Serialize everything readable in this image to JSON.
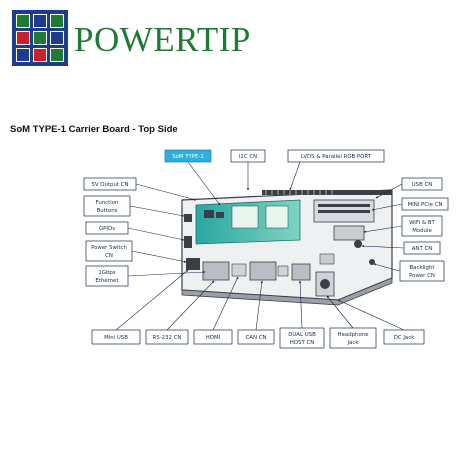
{
  "brand": {
    "name": "POWERTIP",
    "color": "#1f7a33",
    "grid_colors": [
      "#1f7a33",
      "#1d3c8c",
      "#c8202e"
    ]
  },
  "page_title": "SoM TYPE-1 Carrier Board - Top Side",
  "diagram": {
    "callouts": {
      "som_type1": "SoM TYPE-1",
      "i2c_cn": "I2C CN",
      "lvds_rgb_port": "LVDS & Parallel RGB PORT",
      "v5_output_cn": "5V Output CN",
      "function_buttons": [
        "Function",
        "Buttons"
      ],
      "gpios": "GPIOs",
      "power_switch_cn": [
        "Power Switch",
        "CN"
      ],
      "ethernet_1gbps": [
        "1Gbps",
        "Ethernet"
      ],
      "usb_cn": "USB CN",
      "mini_pcie_cn": "MINI PCIe CN",
      "wifi_bt_module": [
        "WiFi & BT",
        "Module"
      ],
      "ant_cn": "ANT CN",
      "backlight_power_cn": [
        "Backlight",
        "Power CN"
      ],
      "mini_usb": "Mini USB",
      "rs232_cn": "RS-232 CN",
      "hdmi": "HDMI",
      "can_cn": "CAN CN",
      "dual_usb_host_cn": [
        "DUAL USB",
        "HOST CN"
      ],
      "headphone_jack": [
        "Headphone",
        "Jack"
      ],
      "dc_jack": "DC Jack"
    },
    "colors": {
      "box_border": "#1b2a4a",
      "som_box": "#2bb0e0",
      "board": "#eef0f2",
      "som": "#2aa8a0"
    }
  }
}
